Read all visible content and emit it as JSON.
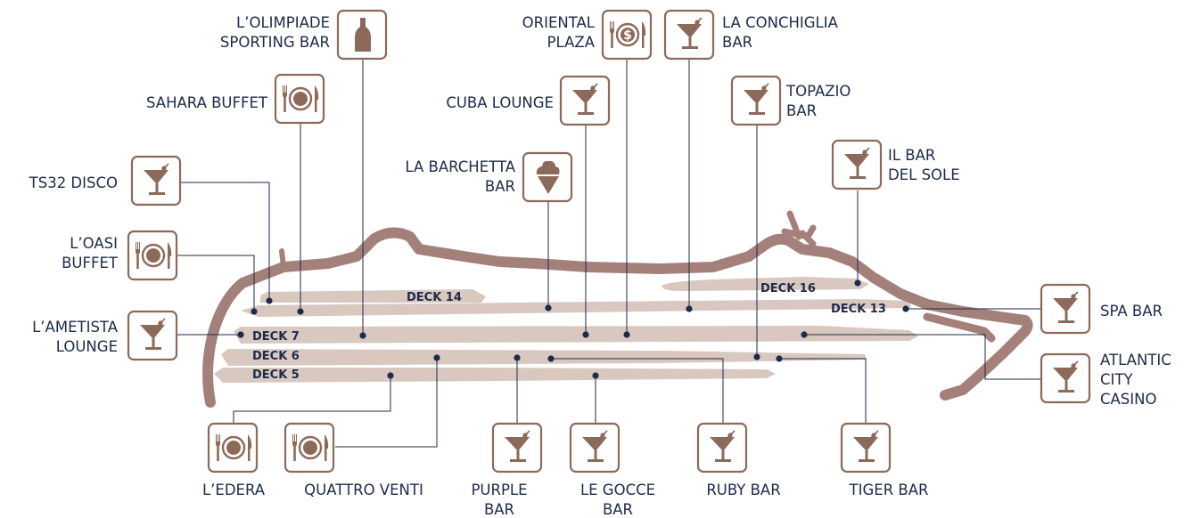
{
  "colors": {
    "ship": "#a3817a",
    "deck_fill": "#d8c8c0",
    "icon": "#8c6a5a",
    "text": "#1e2a4a"
  },
  "decks": [
    "DECK 14",
    "DECK 16",
    "DECK 13",
    "DECK 7",
    "DECK 6",
    "DECK 5"
  ],
  "venues": [
    {
      "id": "olimpiade",
      "lines": [
        "L’OLIMPIADE",
        "SPORTING BAR"
      ],
      "icon": "bottle-icon"
    },
    {
      "id": "sahara",
      "lines": [
        "SAHARA BUFFET"
      ],
      "icon": "plate-cutlery-icon"
    },
    {
      "id": "ts32",
      "lines": [
        "TS32 DISCO"
      ],
      "icon": "cocktail-icon"
    },
    {
      "id": "oasi",
      "lines": [
        "L’OASI",
        "BUFFET"
      ],
      "icon": "plate-cutlery-icon"
    },
    {
      "id": "ametista",
      "lines": [
        "L’AMETISTA",
        "LOUNGE"
      ],
      "icon": "cocktail-icon"
    },
    {
      "id": "oriental",
      "lines": [
        "ORIENTAL",
        "PLAZA"
      ],
      "icon": "dollar-plate-icon"
    },
    {
      "id": "conchiglia",
      "lines": [
        "LA CONCHIGLIA",
        "BAR"
      ],
      "icon": "cocktail-icon"
    },
    {
      "id": "cuba",
      "lines": [
        "CUBA LOUNGE"
      ],
      "icon": "cocktail-icon"
    },
    {
      "id": "topazio",
      "lines": [
        "TOPAZIO",
        "BAR"
      ],
      "icon": "cocktail-icon"
    },
    {
      "id": "barchetta",
      "lines": [
        "LA BARCHETTA",
        "BAR"
      ],
      "icon": "ice-cream-icon"
    },
    {
      "id": "sole",
      "lines": [
        "IL BAR",
        "DEL SOLE"
      ],
      "icon": "cocktail-icon"
    },
    {
      "id": "spa",
      "lines": [
        "SPA BAR"
      ],
      "icon": "cocktail-icon"
    },
    {
      "id": "atlantic",
      "lines": [
        "ATLANTIC",
        "CITY",
        "CASINO"
      ],
      "icon": "cocktail-icon"
    },
    {
      "id": "edera",
      "lines": [
        "L’EDERA"
      ],
      "icon": "plate-cutlery-icon"
    },
    {
      "id": "quattro",
      "lines": [
        "QUATTRO VENTI"
      ],
      "icon": "plate-cutlery-icon"
    },
    {
      "id": "purple",
      "lines": [
        "PURPLE",
        "BAR"
      ],
      "icon": "cocktail-icon"
    },
    {
      "id": "gocce",
      "lines": [
        "LE GOCCE",
        "BAR"
      ],
      "icon": "cocktail-icon"
    },
    {
      "id": "ruby",
      "lines": [
        "RUBY BAR"
      ],
      "icon": "cocktail-icon"
    },
    {
      "id": "tiger",
      "lines": [
        "TIGER BAR"
      ],
      "icon": "cocktail-icon"
    }
  ]
}
